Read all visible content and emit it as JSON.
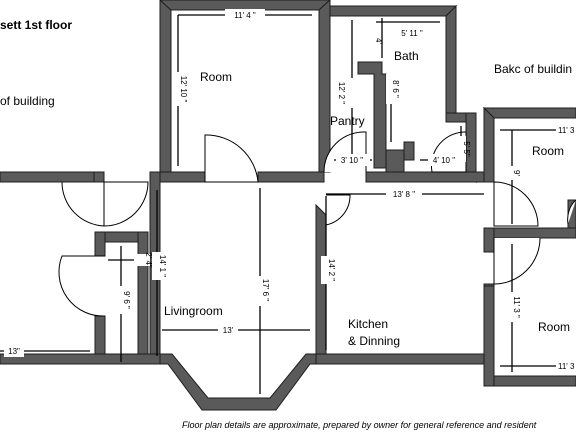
{
  "header": {
    "title": "sett 1st floor",
    "front_label": "of building",
    "back_label": "Bakc of buildin"
  },
  "rooms": {
    "room_top": "Room",
    "bath": "Bath",
    "pantry": "Pantry",
    "room_right_top": "Room",
    "room_right_bottom": "Room",
    "livingroom": "Livingroom",
    "kitchen_line1": "Kitchen",
    "kitchen_line2": "& Dinning"
  },
  "dimensions": {
    "room_top_width": "11' 4 \"",
    "room_top_height": "12' 10 \"",
    "bath_width": "5' 11 \"",
    "bath_small": "4'",
    "bath_height": "8' 6 \"",
    "pantry_height": "12' 2 \"",
    "pantry_width": "3' 10 \"",
    "closet_height": "5' 5\"",
    "closet_width": "4' 10 \"",
    "kitchen_width": "13' 8 \"",
    "kitchen_height": "14' 2 \"",
    "livingroom_height": "17' 6 \"",
    "livingroom_width": "13'",
    "living_side_height": "14' 1 \"",
    "foyer_small": "2' 4\"",
    "foyer_height": "9' 6 \"",
    "left_width": "13\"",
    "right_top_width": "11' 3",
    "right_top_height": "9'",
    "right_bottom_height": "11' 3 \"",
    "right_bottom_width": "11' 3"
  },
  "footer": {
    "note": "Floor plan details are approximate, prepared by owner for general reference and resident"
  }
}
